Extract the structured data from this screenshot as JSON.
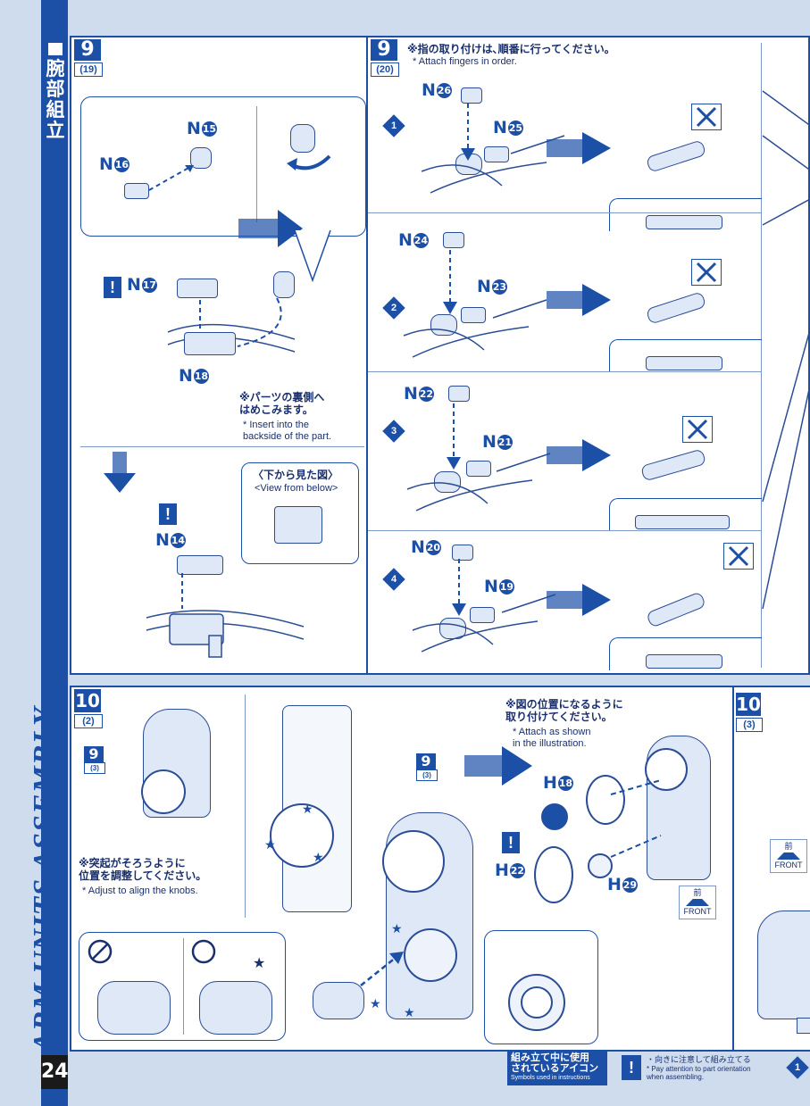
{
  "sidebar": {
    "section_jp": [
      "腕",
      "部",
      "組",
      "立"
    ],
    "vertical_title": "ARM UNITS ASSEMBLY",
    "page_number": "24"
  },
  "step9a": {
    "number": "9",
    "sub": "(19)",
    "parts": {
      "n15": "N",
      "n15n": "15",
      "n16": "N",
      "n16n": "16",
      "n17": "N",
      "n17n": "17",
      "n18": "N",
      "n18n": "18",
      "n14": "N",
      "n14n": "14"
    },
    "note_jp": "※パーツの裏側へ\nはめこみます。",
    "note_en": "* Insert into the\nbackside of the part.",
    "view_jp": "〈下から見た図〉",
    "view_en": "<View from below>"
  },
  "step9b": {
    "number": "9",
    "sub": "(20)",
    "note_jp": "※指の取り付けは､順番に行ってください｡",
    "note_en": "* Attach fingers in order.",
    "rows": [
      {
        "order": "1",
        "top": "26",
        "bottom": "25"
      },
      {
        "order": "2",
        "top": "24",
        "bottom": "23"
      },
      {
        "order": "3",
        "top": "22",
        "bottom": "21"
      },
      {
        "order": "4",
        "top": "20",
        "bottom": "19"
      }
    ]
  },
  "step10a": {
    "number": "10",
    "sub": "(2)",
    "ref_number": "9",
    "ref_sub": "(3)",
    "note_jp": "※突起がそろうように\n位置を調整してください。",
    "note_en": "* Adjust to align the knobs.",
    "attach_jp": "※図の位置になるように\n取り付けてください。",
    "attach_en": "* Attach as shown\nin the illustration.",
    "parts": {
      "h18": "18",
      "h22": "22",
      "h29": "29"
    },
    "front_jp": "前",
    "front_en": "FRONT"
  },
  "step10b": {
    "number": "10",
    "sub": "(3)",
    "front_jp": "前",
    "front_en": "FRONT"
  },
  "legend": {
    "title_jp": "組み立て中に使用\nされているアイコン",
    "title_en": "Symbols used in instructions",
    "icon1_jp": "・向きに注意して組み立てる",
    "icon1_en": "* Pay attention to part orientation\nwhen assembling."
  },
  "colors": {
    "brand": "#1c4fa6",
    "background": "#cfdcee",
    "part_fill": "#dfe8f7"
  }
}
